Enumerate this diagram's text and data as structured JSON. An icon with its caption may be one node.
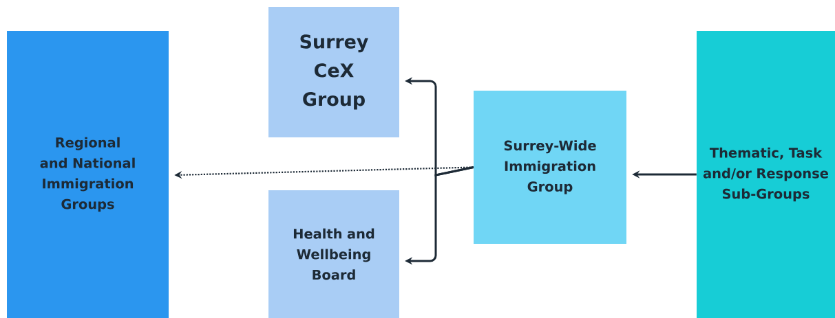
{
  "diagram": {
    "nodes": [
      {
        "text": [
          "Regional and National Immigration Groups"
        ]
      },
      {
        "text": [
          "Surrey CeX Group"
        ]
      },
      {
        "text": [
          "Health and Wellbeing Board"
        ]
      },
      {
        "text": [
          "Surrey-Wide Immigration Group"
        ]
      },
      {
        "text": [
          "Thematic, Task and/or Response Sub-Groups"
        ]
      }
    ],
    "edges": [
      {
        "from": 4,
        "to": 3,
        "arrow": "to"
      },
      {
        "from": 3,
        "to": 1,
        "arrow": "to"
      },
      {
        "from": 3,
        "to": 2,
        "arrow": "to"
      },
      {
        "from": 3,
        "to": 0,
        "arrow": "to",
        "style": "dashed"
      }
    ]
  }
}
